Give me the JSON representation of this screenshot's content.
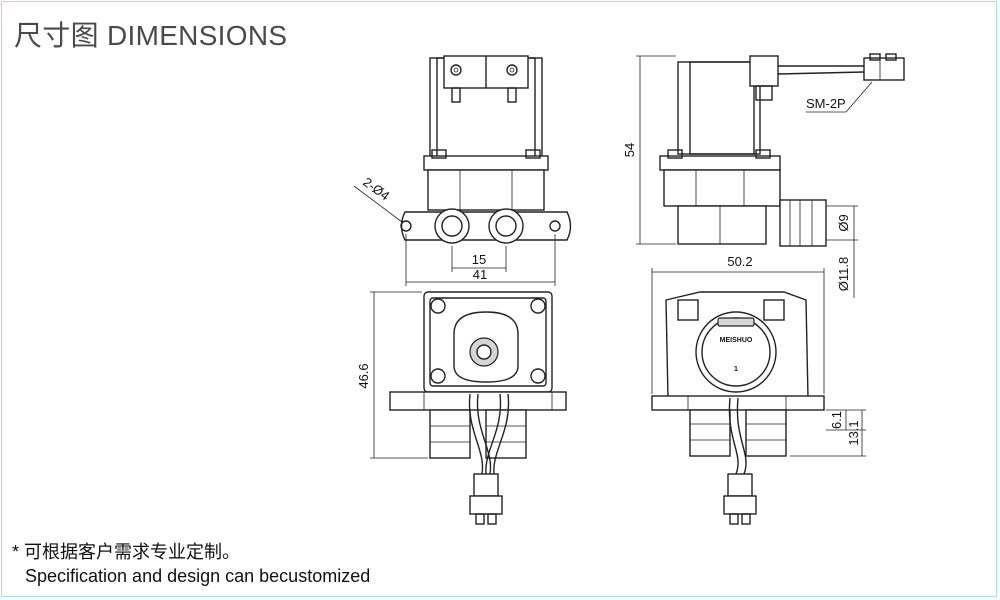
{
  "header": {
    "title": "尺寸图 DIMENSIONS"
  },
  "dimensions": {
    "hole_spec": "2-Ø4",
    "port_spacing": "15",
    "total_width": "41",
    "height_front": "46.6",
    "height_side": "54",
    "connector": "SM-2P",
    "port_diameter": "Ø9",
    "body_width": "50.2",
    "body_diameter": "Ø11.8",
    "port_offset": "6.1",
    "port_height": "13.1"
  },
  "labels": {
    "brand": "MEISHUO",
    "marker": "1"
  },
  "footer": {
    "note_cn": "* 可根据客户需求专业定制。",
    "note_en": "Specification and design can becustomized"
  }
}
